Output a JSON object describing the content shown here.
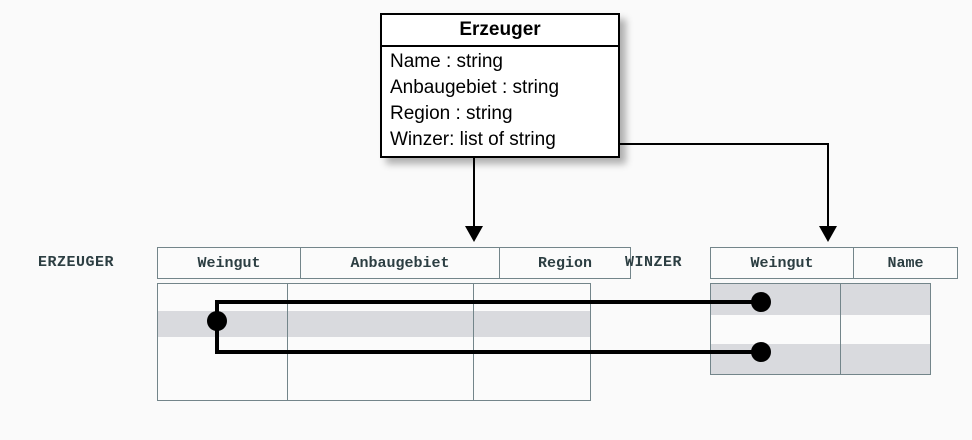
{
  "diagram": {
    "title": "Erzeuger",
    "uml_class": {
      "name": "Erzeuger",
      "attributes": [
        "Name : string",
        "Anbaugebiet : string",
        "Region : string",
        "Winzer: list of string"
      ]
    },
    "relations": [
      {
        "label": "ERZEUGER",
        "columns": [
          "Weingut",
          "Anbaugebiet",
          "Region"
        ],
        "row_count": 4,
        "shaded_rows": [
          2
        ]
      },
      {
        "label": "WINZER",
        "columns": [
          "Weingut",
          "Name"
        ],
        "row_count": 3,
        "shaded_rows": [
          1,
          3
        ]
      }
    ],
    "colors": {
      "page_background": "#fafafa",
      "table_border": "#73858a",
      "header_text": "#2c3e42",
      "shaded_row": "#d9dade",
      "connector": "#000000",
      "box_border": "#000000",
      "box_fill": "#ffffff"
    },
    "connectors": {
      "uml_to_erzeuger": "arrow-down",
      "uml_to_winzer": "elbow-arrow-down",
      "erzeuger_to_winzer_links": 2
    }
  }
}
